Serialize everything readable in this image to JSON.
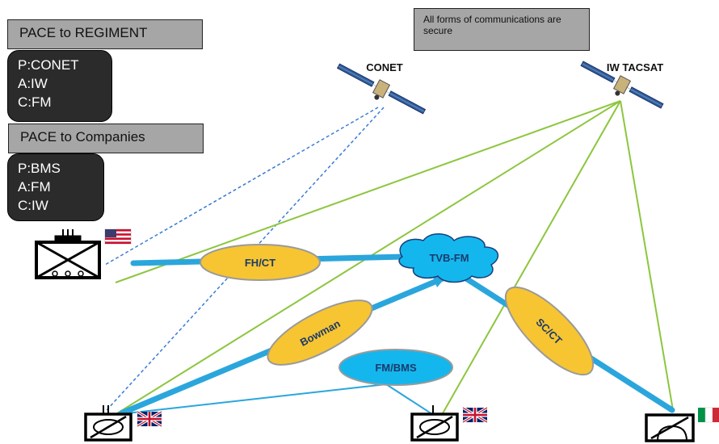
{
  "regiment": {
    "title": "PACE to REGIMENT",
    "items": [
      "P:CONET",
      "A:IW",
      "C:FM"
    ]
  },
  "companies": {
    "title": "PACE to Companies",
    "items": [
      "P:BMS",
      "A:FM",
      "C:IW"
    ]
  },
  "note": {
    "text": "All forms of communications are secure"
  },
  "satellites": {
    "conet": "CONET",
    "iw_tacsat": "IW TACSAT"
  },
  "links": {
    "fh_ct": "FH/CT",
    "tvb_fm": "TVB-FM",
    "bowman": "Bowman",
    "fm_bms": "FM/BMS",
    "sc_ct": "SC/CT"
  },
  "colors": {
    "blue_link": "#2aa6dc",
    "green_link": "#8cc63e",
    "yellow_node": "#f7c531",
    "cyan_node": "#13b7ee",
    "dashed_link": "#3b7bd4"
  }
}
